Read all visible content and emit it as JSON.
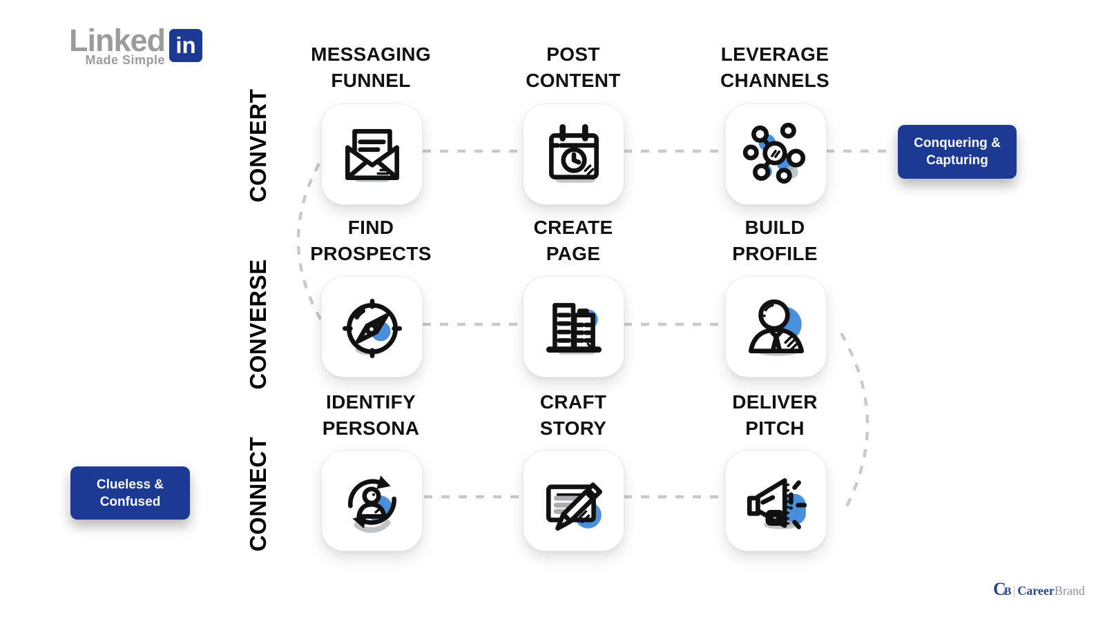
{
  "brand": {
    "linked": "Linked",
    "tagline": "Made Simple",
    "in_badge": "in"
  },
  "rows": [
    {
      "label": "CONVERT",
      "steps": [
        {
          "line1": "MESSAGING",
          "line2": "FUNNEL",
          "icon": "mail-open-icon"
        },
        {
          "line1": "POST",
          "line2": "CONTENT",
          "icon": "calendar-clock-icon"
        },
        {
          "line1": "LEVERAGE",
          "line2": "CHANNELS",
          "icon": "network-icon"
        }
      ]
    },
    {
      "label": "CONVERSE",
      "steps": [
        {
          "line1": "FIND",
          "line2": "PROSPECTS",
          "icon": "compass-icon"
        },
        {
          "line1": "CREATE",
          "line2": "PAGE",
          "icon": "buildings-icon"
        },
        {
          "line1": "BUILD",
          "line2": "PROFILE",
          "icon": "profile-person-icon"
        }
      ]
    },
    {
      "label": "CONNECT",
      "steps": [
        {
          "line1": "IDENTIFY",
          "line2": "PERSONA",
          "icon": "persona-refresh-icon"
        },
        {
          "line1": "CRAFT",
          "line2": "STORY",
          "icon": "note-pencil-icon"
        },
        {
          "line1": "DELIVER",
          "line2": "PITCH",
          "icon": "megaphone-icon"
        }
      ]
    }
  ],
  "badges": {
    "end_state": {
      "line1": "Conquering &",
      "line2": "Capturing"
    },
    "start_state": {
      "line1": "Clueless &",
      "line2": "Confused"
    }
  },
  "footer_logo": {
    "monogram_c": "C",
    "monogram_b": "B",
    "divider": "|",
    "name_bold": "Career",
    "name_light": "Brand"
  },
  "colors": {
    "accent-blue": "#4a8fdb",
    "navy": "#1c3a94",
    "dash-gray": "#c9c9c9",
    "ink": "#111111",
    "logo-gray": "#9b9b9b",
    "shadow-gray": "#b4b8ba"
  }
}
